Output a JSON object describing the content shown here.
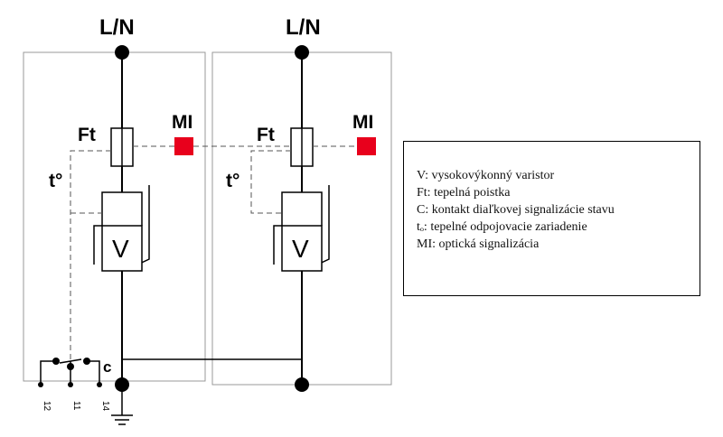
{
  "labels": {
    "ln_left": "L/N",
    "ln_right": "L/N",
    "ft_left": "Ft",
    "ft_right": "Ft",
    "mi_left": "MI",
    "mi_right": "MI",
    "t_left": "t°",
    "t_right": "t°",
    "v_left": "V",
    "v_right": "V",
    "contact": "c",
    "term_12": "12",
    "term_11": "11",
    "term_14": "14"
  },
  "legend": {
    "items": [
      "V: vysokovýkonný varistor",
      "Ft: tepelná poistka",
      "C: kontakt diaľkovej signalizácie stavu",
      "tₒ: tepelné odpojovacie zariadenie",
      "MI: optická signalizácia"
    ]
  },
  "colors": {
    "indicator": "#e8001c",
    "lines": "#000000",
    "module_border": "#999999",
    "dashed": "#555555"
  }
}
